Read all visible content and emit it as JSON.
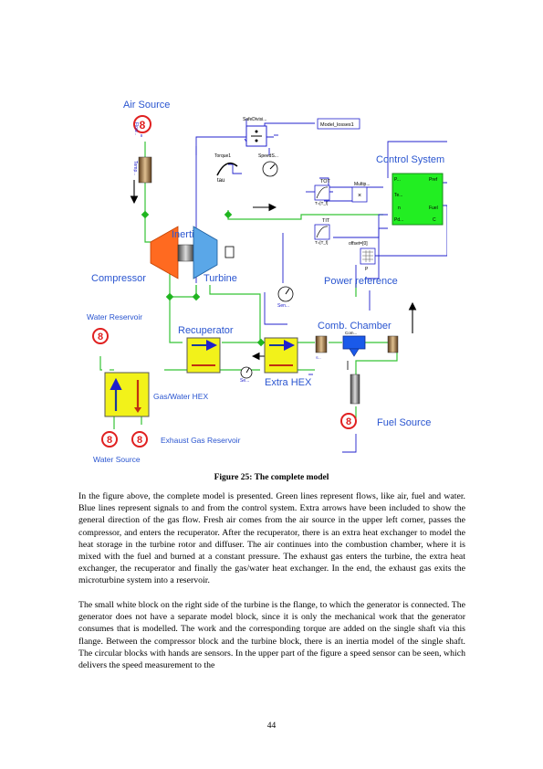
{
  "figure": {
    "labels": {
      "air_source": "Air Source",
      "compressor": "Compressor",
      "inertia": "Inertia",
      "turbine": "Turbine",
      "recuperator": "Recuperator",
      "extra_hex": "Extra HEX",
      "comb_chamber": "Comb. Chamber",
      "control_system": "Control System",
      "power_reference": "Power reference",
      "water_reservoir": "Water Reservoir",
      "gas_water_hex": "Gas/Water HEX",
      "exhaust_gas_reservoir": "Exhaust Gas Reservoir",
      "water_source": "Water Source",
      "fuel_source": "Fuel Source",
      "safe_division": "SafeDivisi...",
      "model_losses": "Model_losses1",
      "torque": "Torque1",
      "speed_sensor": "SpeedS...",
      "tau": "tau",
      "tot": "TOT",
      "tit": "TIT",
      "multip": "Multip...",
      "offset": "offset=[0]",
      "p_block": "P",
      "temp_filter_1": "T=[T_f]",
      "temp_filter_2": "T=[T_f]",
      "flow_label": "Flow...",
      "temp_label": "Temp...",
      "sen1": "Sen...",
      "sen2": "Se...",
      "sen3": "S...",
      "comb_small": "Com...",
      "control_ports": {
        "p": "P...",
        "te": "Te...",
        "n": "n",
        "pd": "Pd...",
        "pref": "Pref",
        "fuel": "Fuel",
        "c": "C"
      }
    },
    "colors": {
      "flow_line": "#35c335",
      "signal_line": "#2020cc",
      "control_block": "#22ee22",
      "hex_block": "#f2f21a",
      "turbo": "#ff6a20",
      "turbine_blue": "#5aa7e8",
      "label_blue": "#2a55d0"
    }
  },
  "caption": "Figure 25: The complete model",
  "paragraph1": "In the figure above, the complete model is presented. Green lines represent flows, like air, fuel and water. Blue lines represent signals to and from the control system. Extra arrows have been included to show the general direction of the gas flow. Fresh air comes from the air source in the upper left corner, passes the compressor, and enters the recuperator. After the recuperator, there is an extra heat exchanger to model the heat storage in the turbine rotor and diffuser. The air continues into the combustion chamber, where it is mixed with the fuel and burned at a constant pressure. The exhaust gas enters the turbine, the extra heat exchanger, the recuperator and finally the gas/water heat exchanger. In the end, the exhaust gas exits the microturbine system into a reservoir.",
  "paragraph2": "The small white block on the right side of the turbine is the flange, to which the generator is connected. The generator does not have a separate model block, since it is only the mechanical work that the generator consumes that is modelled. The work and the corresponding torque are added on the single shaft via this flange. Between the compressor block and the turbine block, there is an inertia model of the single shaft. The circular blocks with hands are sensors. In the upper part of the figure a speed sensor can be seen, which delivers the speed measurement to the",
  "page_number": "44"
}
